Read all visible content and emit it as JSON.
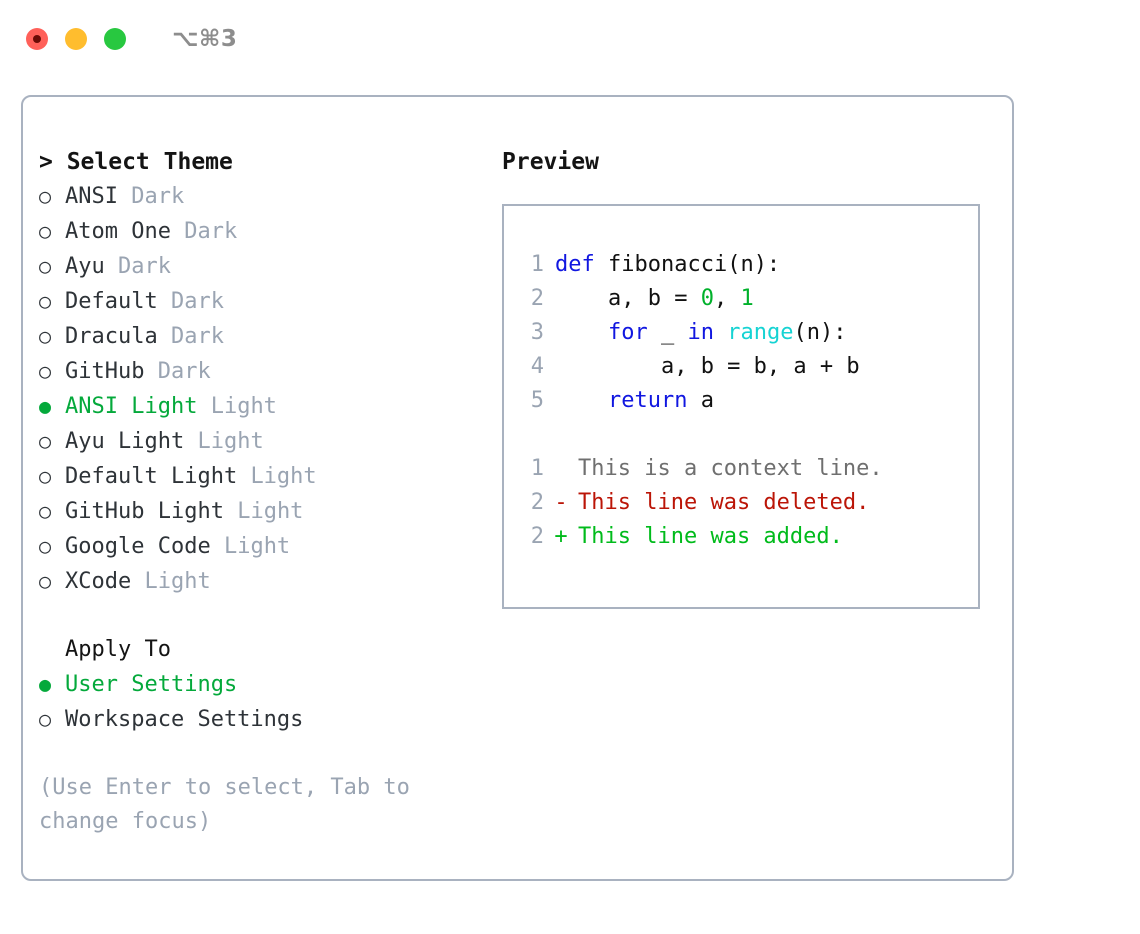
{
  "titlebar": {
    "shortcut": "⌥⌘3",
    "buttons": {
      "close": "close",
      "minimize": "minimize",
      "maximize": "maximize"
    }
  },
  "theme_selector": {
    "heading": "> Select Theme",
    "options": [
      {
        "bullet": "○",
        "name": "ANSI",
        "kind": "Dark",
        "selected": false
      },
      {
        "bullet": "○",
        "name": "Atom One",
        "kind": "Dark",
        "selected": false
      },
      {
        "bullet": "○",
        "name": "Ayu",
        "kind": "Dark",
        "selected": false
      },
      {
        "bullet": "○",
        "name": "Default",
        "kind": "Dark",
        "selected": false
      },
      {
        "bullet": "○",
        "name": "Dracula",
        "kind": "Dark",
        "selected": false
      },
      {
        "bullet": "○",
        "name": "GitHub",
        "kind": "Dark",
        "selected": false
      },
      {
        "bullet": "●",
        "name": "ANSI Light",
        "kind": "Light",
        "selected": true
      },
      {
        "bullet": "○",
        "name": "Ayu Light",
        "kind": "Light",
        "selected": false
      },
      {
        "bullet": "○",
        "name": "Default Light",
        "kind": "Light",
        "selected": false
      },
      {
        "bullet": "○",
        "name": "GitHub Light",
        "kind": "Light",
        "selected": false
      },
      {
        "bullet": "○",
        "name": "Google Code",
        "kind": "Light",
        "selected": false
      },
      {
        "bullet": "○",
        "name": "XCode",
        "kind": "Light",
        "selected": false
      }
    ]
  },
  "apply_to": {
    "heading": "Apply To",
    "options": [
      {
        "bullet": "●",
        "name": "User Settings",
        "selected": true
      },
      {
        "bullet": "○",
        "name": "Workspace Settings",
        "selected": false
      }
    ]
  },
  "hint": "(Use Enter to select, Tab to change focus)",
  "preview": {
    "title": "Preview",
    "code_lines": [
      {
        "no": "1",
        "tokens": [
          {
            "t": "def",
            "c": "kw"
          },
          {
            "t": " fibonacci(n):",
            "c": "plain"
          }
        ]
      },
      {
        "no": "2",
        "tokens": [
          {
            "t": "    a, b = ",
            "c": "plain"
          },
          {
            "t": "0",
            "c": "num"
          },
          {
            "t": ", ",
            "c": "plain"
          },
          {
            "t": "1",
            "c": "num"
          }
        ]
      },
      {
        "no": "3",
        "tokens": [
          {
            "t": "    ",
            "c": "plain"
          },
          {
            "t": "for",
            "c": "kw"
          },
          {
            "t": " _ ",
            "c": "plain"
          },
          {
            "t": "in",
            "c": "kw"
          },
          {
            "t": " ",
            "c": "plain"
          },
          {
            "t": "range",
            "c": "fn"
          },
          {
            "t": "(n):",
            "c": "plain"
          }
        ]
      },
      {
        "no": "4",
        "tokens": [
          {
            "t": "        a, b = b, a + b",
            "c": "plain"
          }
        ]
      },
      {
        "no": "5",
        "tokens": [
          {
            "t": "    ",
            "c": "plain"
          },
          {
            "t": "return",
            "c": "kw"
          },
          {
            "t": " a",
            "c": "plain"
          }
        ]
      }
    ],
    "diff_lines": [
      {
        "no": "1",
        "mark": " ",
        "text": "This is a context line.",
        "kind": "context"
      },
      {
        "no": "2",
        "mark": "-",
        "text": "This line was deleted.",
        "kind": "del"
      },
      {
        "no": "2",
        "mark": "+",
        "text": "This line was added.",
        "kind": "add"
      }
    ]
  },
  "colors": {
    "accent_green": "#04a93b",
    "muted": "#9aa4b2",
    "keyword": "#1117e0",
    "number": "#00b12b",
    "function": "#16d3d3",
    "diff_delete": "#bb1507",
    "diff_add": "#00bb1b",
    "border": "#a9b2c0",
    "traffic_close": "#ff6059",
    "traffic_min": "#ffbd2e",
    "traffic_max": "#28c840"
  }
}
